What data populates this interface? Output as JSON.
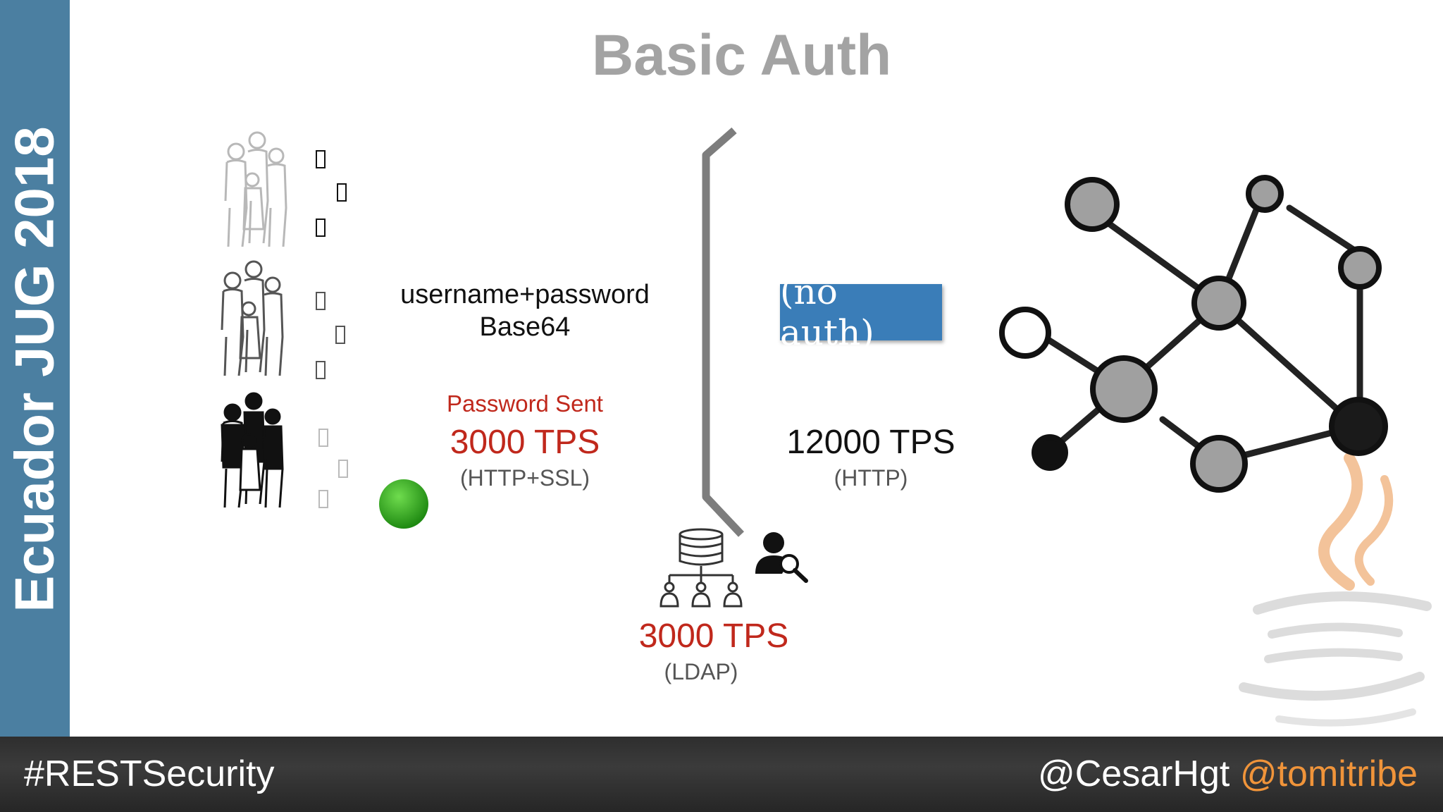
{
  "sidebar": {
    "event": "Ecuador JUG 2018"
  },
  "slide": {
    "title": "Basic Auth",
    "credentials": {
      "line1": "username+password",
      "line2": "Base64"
    },
    "client": {
      "label": "Password Sent",
      "tps": "3000 TPS",
      "protocol": "(HTTP+SSL)"
    },
    "badge": "(no auth)",
    "server": {
      "tps": "12000 TPS",
      "protocol": "(HTTP)"
    },
    "ldap": {
      "tps": "3000 TPS",
      "protocol": "(LDAP)"
    }
  },
  "footer": {
    "hashtag": "#RESTSecurity",
    "handle1": "@CesarHgt",
    "handle2": "@tomitribe"
  },
  "colors": {
    "sidebar": "#4b7fa1",
    "accent_red": "#c0281c",
    "badge_blue": "#3a7db8",
    "status_green": "#2e9e1e",
    "handle_orange": "#f0943a"
  },
  "icons": [
    "family-icon",
    "database-icon",
    "user-search-icon",
    "network-graph-icon",
    "java-logo-icon",
    "status-dot-icon"
  ]
}
